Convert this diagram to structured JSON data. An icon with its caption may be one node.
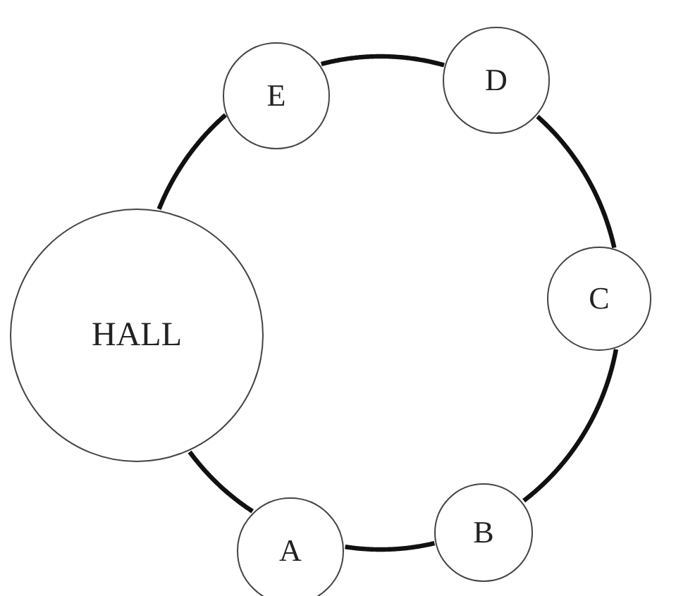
{
  "diagram": {
    "nodes": [
      {
        "text": [
          "E"
        ]
      },
      {
        "text": [
          "D"
        ]
      },
      {
        "text": [
          "HALL"
        ]
      },
      {
        "text": [
          "C"
        ]
      },
      {
        "text": [
          "B"
        ]
      },
      {
        "text": [
          "A"
        ]
      }
    ],
    "edges": [
      {
        "from": 0,
        "to": 1,
        "arrow": "none"
      },
      {
        "from": 1,
        "to": 3,
        "arrow": "none"
      },
      {
        "from": 3,
        "to": 4,
        "arrow": "none"
      },
      {
        "from": 4,
        "to": 5,
        "arrow": "none"
      },
      {
        "from": 5,
        "to": 2,
        "arrow": "none"
      },
      {
        "from": 2,
        "to": 0,
        "arrow": "none"
      }
    ]
  }
}
